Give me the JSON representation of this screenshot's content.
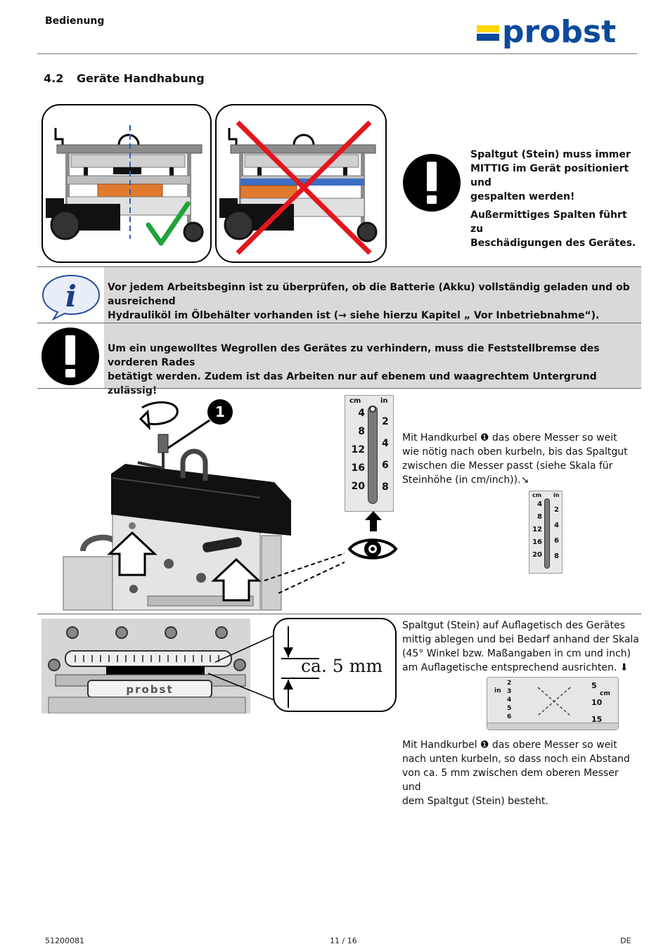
{
  "header": {
    "section_label": "Bedienung",
    "logo_text": "probst"
  },
  "section": {
    "number": "4.2",
    "title": "Geräte Handhabung"
  },
  "warning_center": {
    "line1": "Spaltgut (Stein) muss immer",
    "line2": "MITTIG im Gerät positioniert und",
    "line3": "gespalten werden!",
    "line4": "Außermittiges Spalten führt zu",
    "line5": "Beschädigungen des Gerätes."
  },
  "info_notice": {
    "line1": "Vor jedem Arbeitsbeginn ist zu überprüfen, ob die Batterie (Akku) vollständig geladen und ob ausreichend",
    "line2": "Hydrauliköl im Ölbehälter vorhanden ist (→ siehe hierzu Kapitel „ Vor Inbetriebnahme“)."
  },
  "warning_brake": {
    "line1": "Um ein ungewolltes Wegrollen des Gerätes zu verhindern, muss die Feststellbremse des vorderen Rades",
    "line2": "betätigt werden. Zudem ist das Arbeiten nur auf ebenem und waagrechtem Untergrund zulässig!"
  },
  "step1": {
    "callout_number": "1",
    "line1": "Mit Handkurbel ❶ das obere Messer so weit",
    "line2": "wie nötig nach oben kurbeln, bis das Spaltgut",
    "line3": "zwischen die Messer passt (siehe Skala für",
    "line4": "Steinhöhe (in cm/inch)).↘"
  },
  "scale": {
    "unit_cm": "cm",
    "unit_in": "in",
    "cm_ticks": [
      "4",
      "8",
      "12",
      "16",
      "20"
    ],
    "in_ticks": [
      "2",
      "4",
      "6",
      "8"
    ]
  },
  "step2": {
    "gap_label": "ca. 5 mm",
    "plate_logo": "probst",
    "line1": "Spaltgut (Stein) auf Auflagetisch des Gerätes",
    "line2": "mittig ablegen und bei Bedarf anhand der Skala",
    "line3": "(45° Winkel bzw. Maßangaben in cm und inch)",
    "line4": "am Auflagetische entsprechend ausrichten. ⬇"
  },
  "table_scale": {
    "in_label": "in",
    "cm_label": "cm",
    "in_ticks": [
      "2",
      "3",
      "4",
      "5",
      "6"
    ],
    "cm_ticks": [
      "5",
      "10",
      "15"
    ]
  },
  "step3": {
    "line1": "Mit Handkurbel ❶ das obere Messer so weit",
    "line2": "nach unten kurbeln, so dass noch ein Abstand",
    "line3": "von ca. 5 mm zwischen dem oberen Messer und",
    "line4": "dem Spaltgut (Stein) besteht."
  },
  "footer": {
    "doc_number": "51200081",
    "page": "11 / 16",
    "language": "DE"
  },
  "colors": {
    "brand_blue": "#0b4a9c",
    "brand_yellow": "#ffd600",
    "check_green": "#1fa33a",
    "cross_red": "#e3161e",
    "stone_orange": "#e07a2c",
    "stone_blue": "#3b6fc6",
    "notice_grey": "#d9d9d9"
  }
}
